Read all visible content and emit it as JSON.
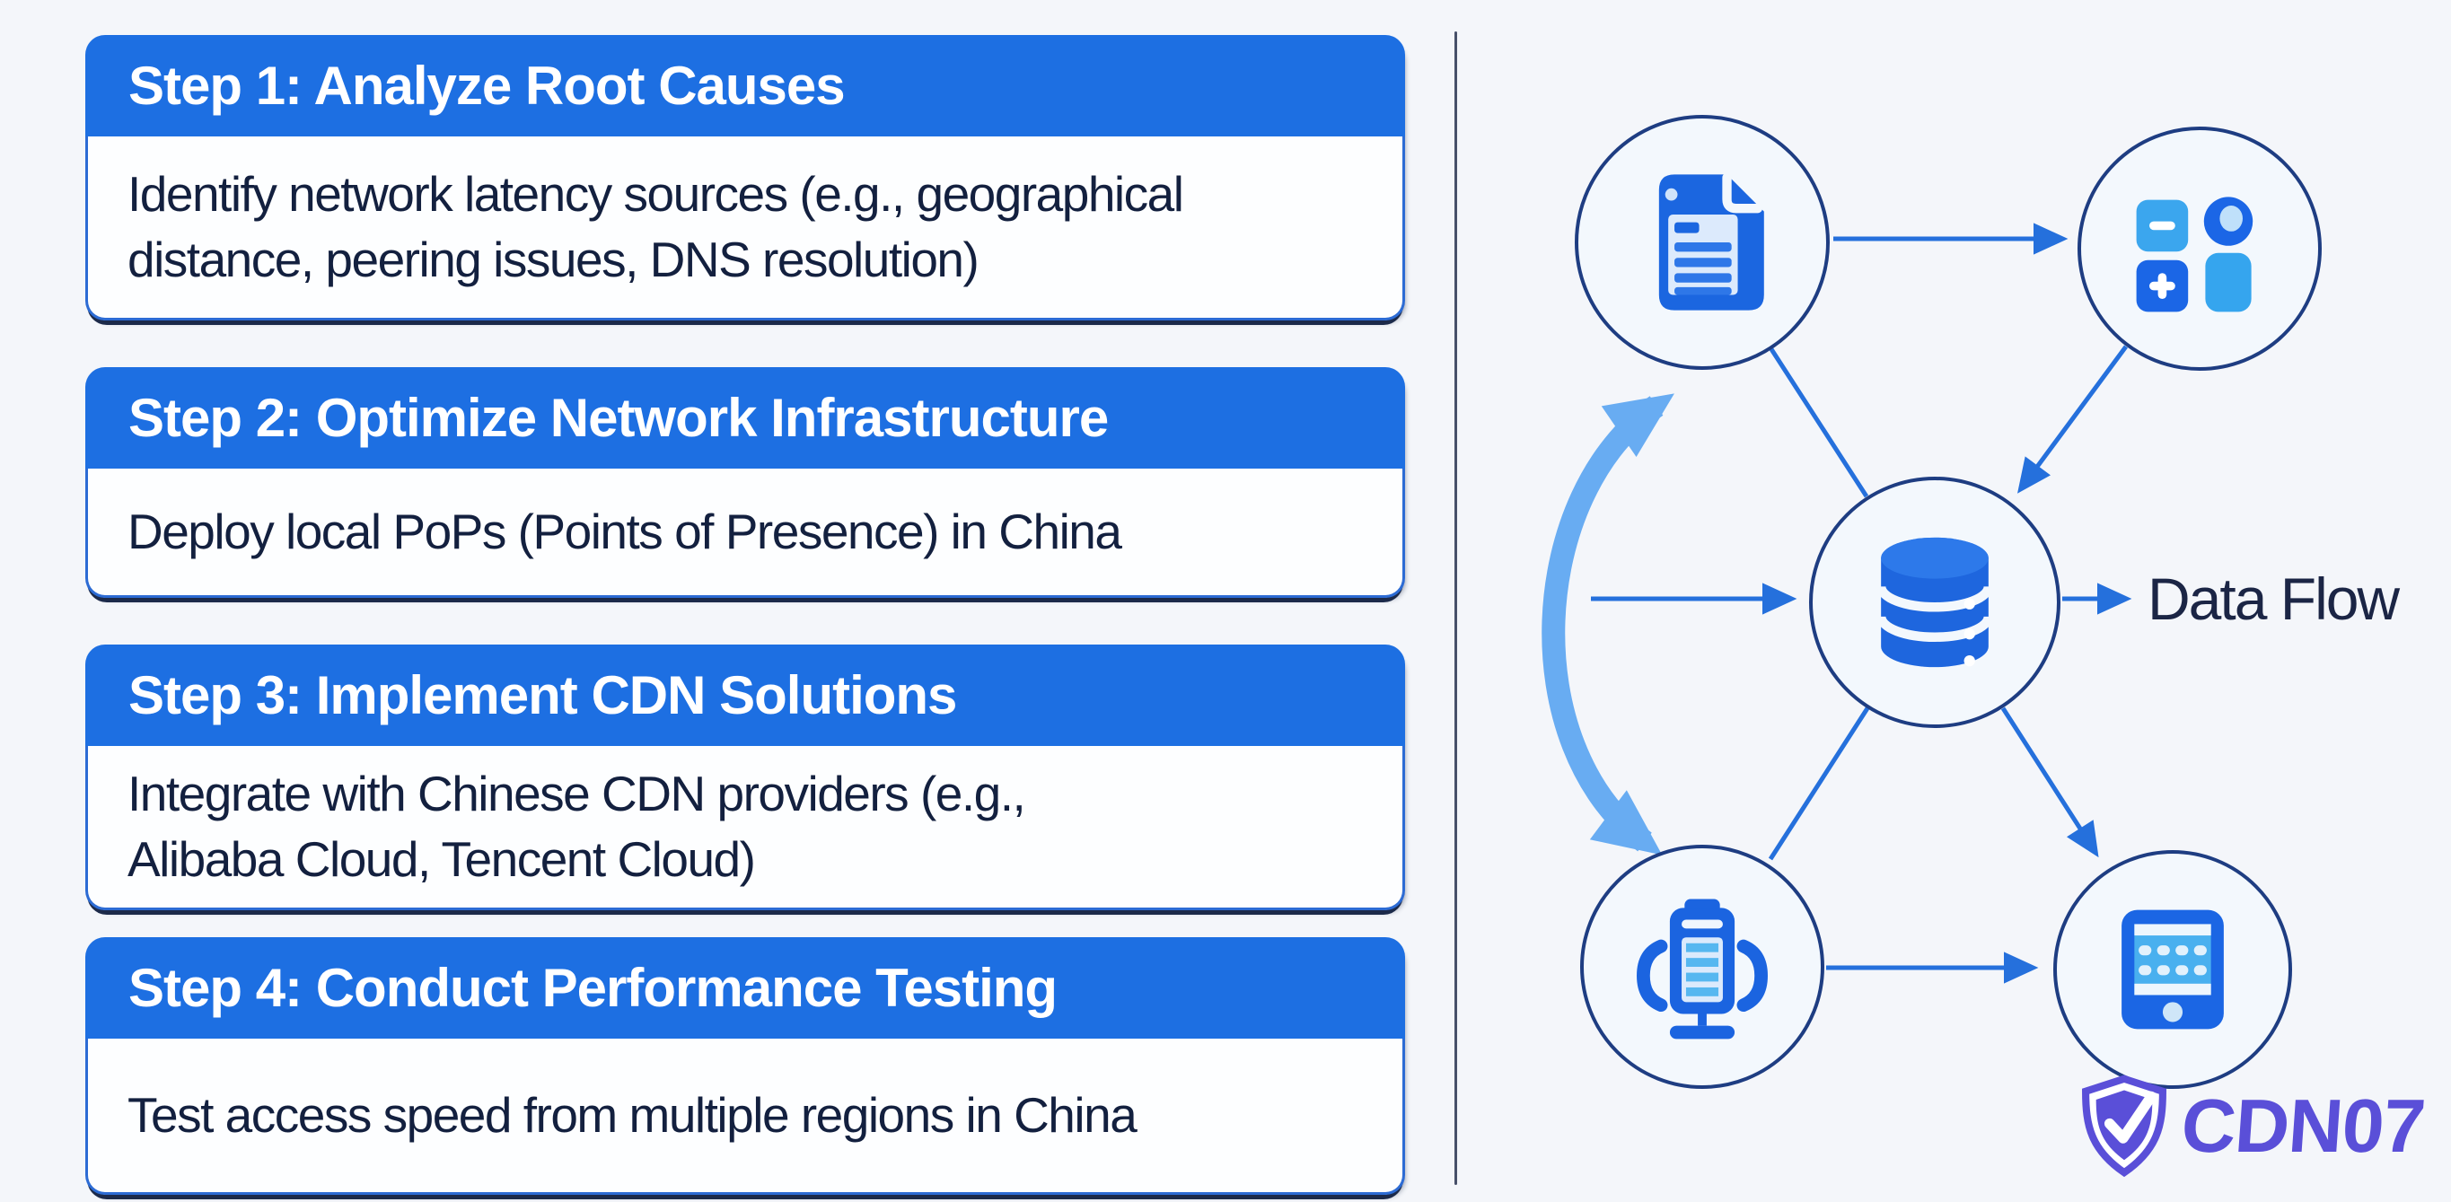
{
  "left_panel": {
    "steps": [
      {
        "title": "Step 1: Analyze Root Causes",
        "description": "Identify network latency sources (e.g., geographical\ndistance, peering issues, DNS resolution)"
      },
      {
        "title": "Step 2: Optimize Network Infrastructure",
        "description": "Deploy local PoPs (Points of Presence) in China"
      },
      {
        "title": "Step 3: Implement CDN Solutions",
        "description": "Integrate with Chinese CDN providers (e.g.,\nAlibaba Cloud, Tencent Cloud)"
      },
      {
        "title": "Step 4: Conduct Performance Testing",
        "description": "Test access speed from multiple regions in China"
      }
    ]
  },
  "diagram": {
    "data_flow_label": "Data Flow",
    "nodes": [
      {
        "id": "document",
        "icon": "document-icon"
      },
      {
        "id": "components",
        "icon": "components-icon"
      },
      {
        "id": "database",
        "icon": "database-icon"
      },
      {
        "id": "server",
        "icon": "server-icon"
      },
      {
        "id": "device",
        "icon": "device-icon"
      }
    ],
    "edges": [
      {
        "from": "document",
        "to": "components",
        "arrowhead": true
      },
      {
        "from": "document",
        "to": "database",
        "arrowhead": false
      },
      {
        "from": "components",
        "to": "database",
        "arrowhead": true
      },
      {
        "from": "left-cycle",
        "to": "database",
        "arrowhead": true
      },
      {
        "from": "database",
        "to": "data-flow-label",
        "arrowhead": true
      },
      {
        "from": "database",
        "to": "server",
        "arrowhead": false
      },
      {
        "from": "database",
        "to": "device",
        "arrowhead": true
      },
      {
        "from": "server",
        "to": "device",
        "arrowhead": true
      },
      {
        "from": "document",
        "to": "server",
        "arrowhead": "both",
        "style": "thick-light-blue-arc"
      }
    ],
    "colors": {
      "connector": "#2570dc",
      "cycle_arrow": "#68acf2",
      "node_border": "#1e3d82",
      "node_fill": "#f3f8fd"
    }
  },
  "logo": {
    "text": "CDN07",
    "icon": "shield-check-icon",
    "color": "#5a4fd8"
  },
  "colors": {
    "background": "#f4f6fa",
    "header_blue": "#1d6fe2",
    "header_text": "#ffffff",
    "body_text": "#13203f",
    "card_border": "#2c6bd4",
    "card_bottom_shadow": "#1c2a4a",
    "divider": "#475069",
    "data_flow_text": "#1b2545"
  }
}
